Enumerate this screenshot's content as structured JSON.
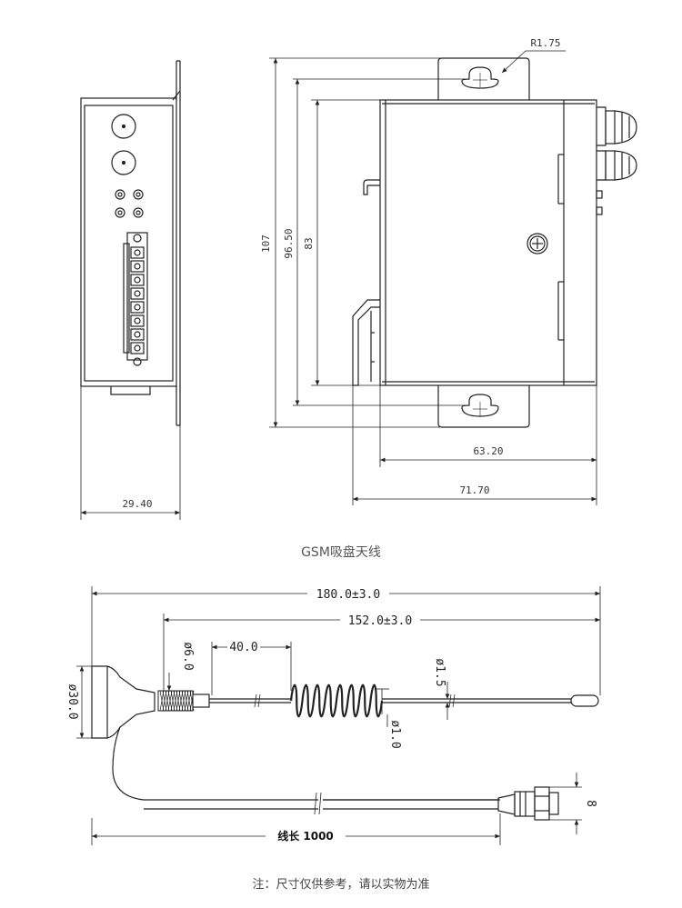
{
  "device": {
    "radius_label": "R1.75",
    "height_total": "107",
    "height_mount": "96.50",
    "height_body": "83",
    "width_side": "29.40",
    "depth_body": "63.20",
    "depth_total": "71.70"
  },
  "antenna": {
    "title": "GSM吸盘天线",
    "length_total": "180.0±3.0",
    "length_whip": "152.0±3.0",
    "coil_offset": "40.0",
    "dia_ferrule": "ø6.0",
    "dia_base": "ø30.0",
    "dia_whip": "ø1.5",
    "dia_coil_wire": "ø1.0",
    "connector_size": "8",
    "cable_length": "线长 1000"
  },
  "note": "注：尺寸仅供参考，请以实物为准"
}
